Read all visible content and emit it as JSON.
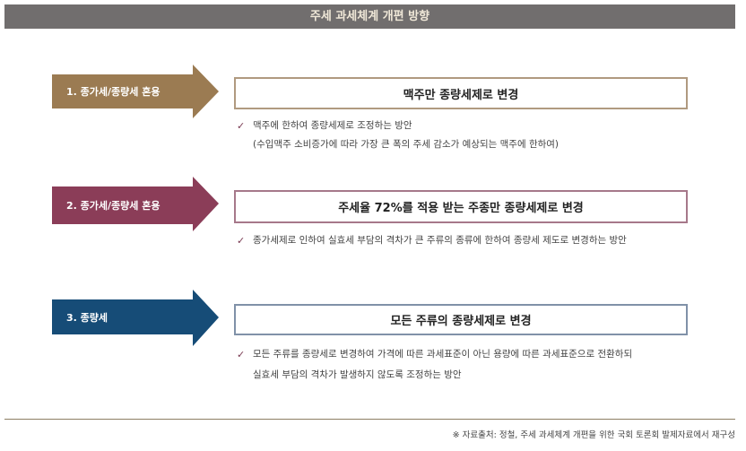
{
  "title": "주세 과세체계 개편 방향",
  "rows": [
    {
      "label": "1. 종가세/종량세 혼용",
      "color": "#9b7b52",
      "border": "#b09a80",
      "heading": "맥주만 종량세제로 변경",
      "bullets": [
        "맥주에 한하여 종량세제로 조정하는 방안",
        "(수입맥주 소비증가에 따라 가장 큰 폭의 주세 감소가 예상되는 맥주에 한하여)"
      ]
    },
    {
      "label": "2. 종가세/종량세 혼용",
      "color": "#8b3d58",
      "border": "#a6788a",
      "heading": "주세율 72%를 적용 받는 주종만 종량세제로 변경",
      "bullets": [
        "종가세제로 인하여 실효세 부담의 격차가 큰 주류의 종류에 한하여 종량세 제도로 변경하는 방안"
      ]
    },
    {
      "label": "3. 종량세",
      "color": "#164c77",
      "border": "#8091a8",
      "heading": "모든 주류의 종량세제로 변경",
      "bullets": [
        "모든 주류를 종량세로 변경하여 가격에 따른 과세표준이 아닌 용량에 따른 과세표준으로 전환하되",
        "실효세 부담의 격차가 발생하지 않도록 조정하는 방안"
      ]
    }
  ],
  "check_icon": "✓",
  "source": "※ 자료출처: 정철, 주세 과세체계 개편을 위한 국회 토론회 발제자료에서 재구성"
}
